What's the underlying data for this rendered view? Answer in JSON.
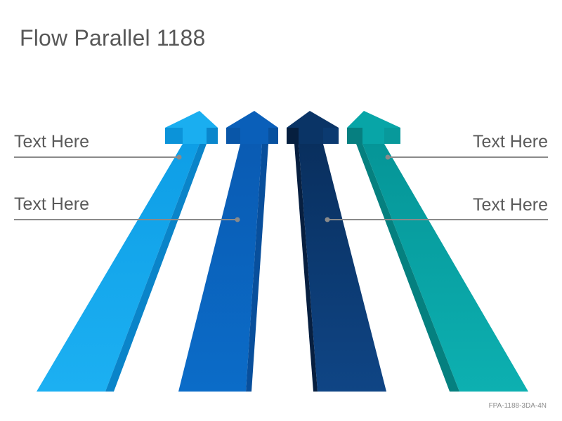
{
  "title": "Flow Parallel 1188",
  "labels": [
    {
      "text": "Text Here"
    },
    {
      "text": "Text Here"
    },
    {
      "text": "Text Here"
    },
    {
      "text": "Text Here"
    }
  ],
  "footer_code": "FPA-1188-3DA-4N",
  "colors": {
    "arrow_1": "#12a9ee",
    "arrow_2": "#0a66c2",
    "arrow_3": "#0b3c74",
    "arrow_4": "#07a3a6",
    "connector_line": "#8a8a8a"
  }
}
